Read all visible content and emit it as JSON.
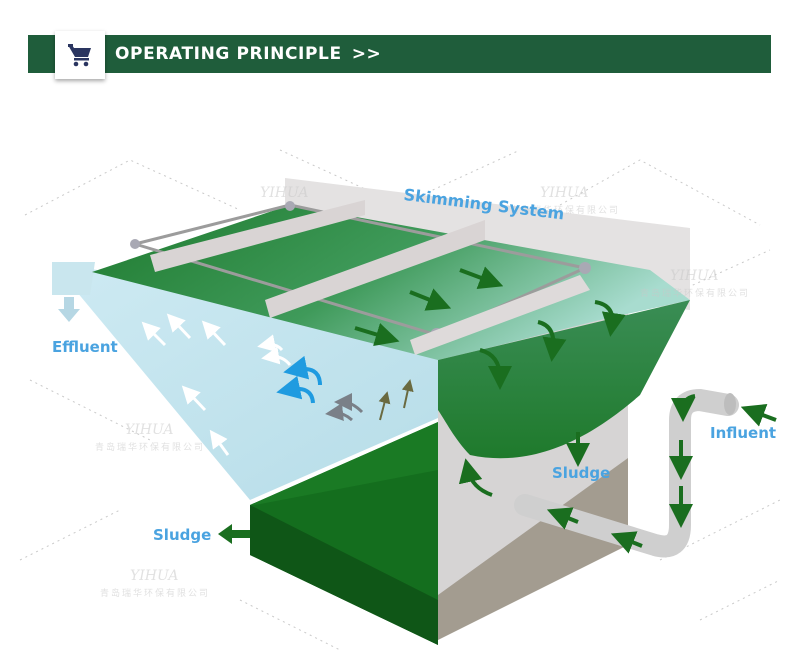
{
  "header": {
    "title": "OPERATING PRINCIPLE",
    "chevron": ">>",
    "icon": "shopping-cart-icon",
    "bar_color": "#1f5d3b",
    "icon_color": "#2a3560"
  },
  "diagram": {
    "labels": {
      "skimming_system": "Skimming System",
      "effluent": "Effluent",
      "influent": "Influent",
      "sludge_top": "Sludge",
      "sludge_bottom": "Sludge"
    },
    "watermark": {
      "brand": "YIHUA",
      "company": "青岛瑞华环保有限公司"
    },
    "colors": {
      "label_blue": "#4aa3e0",
      "water_green": "#1e7a2e",
      "arrow_green": "#1a6e1f",
      "clear_water": "#bfe3ee",
      "tank_gray": "#d6d4d4",
      "tank_shadow": "#a39c90",
      "swirl_blue": "#1f9be0"
    }
  }
}
